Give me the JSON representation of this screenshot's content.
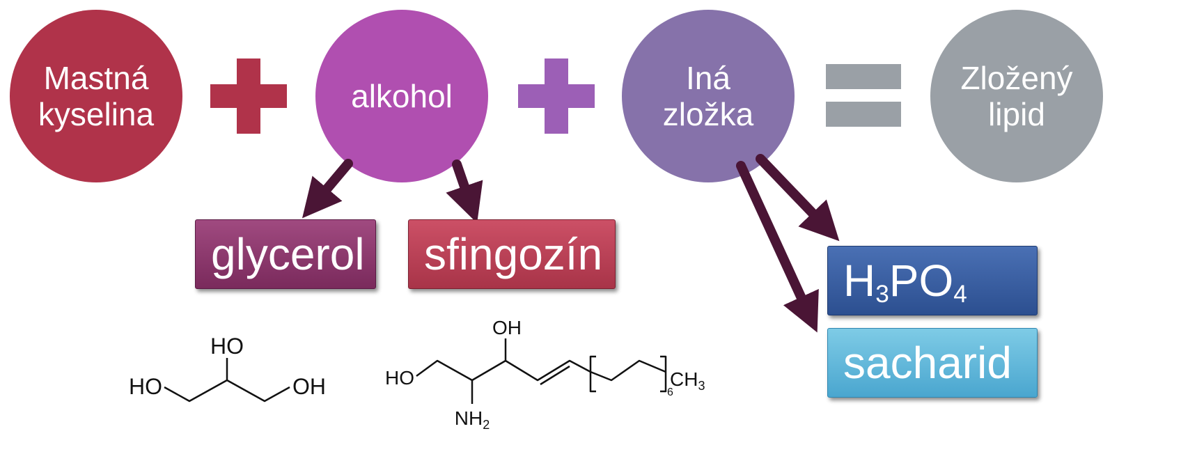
{
  "circles": {
    "fatty_acid": "Mastná\nkyselina",
    "alcohol": "alkohol",
    "other": "Iná\nzložka",
    "result": "Zložený\nlipid"
  },
  "boxes": {
    "glycerol": "glycerol",
    "sphingosine": "sfingozín",
    "phosphoric_acid": {
      "a": "H",
      "b": "3",
      "c": "PO",
      "d": "4"
    },
    "saccharide": "sacharid"
  },
  "glycerol_structure": {
    "ho_top": "HO",
    "ho_left": "HO",
    "oh_right": "OH"
  },
  "sphingosine_structure": {
    "oh": "OH",
    "ho": "HO",
    "nh2": "NH",
    "nh2_sub": "2",
    "n": "6",
    "ch3": "CH",
    "ch3_sub": "3"
  },
  "colors": {
    "fatty_acid": "#b0334a",
    "alcohol": "#b04fb0",
    "other": "#8672aa",
    "result": "#9aa0a6",
    "arrow": "#4a1535"
  }
}
